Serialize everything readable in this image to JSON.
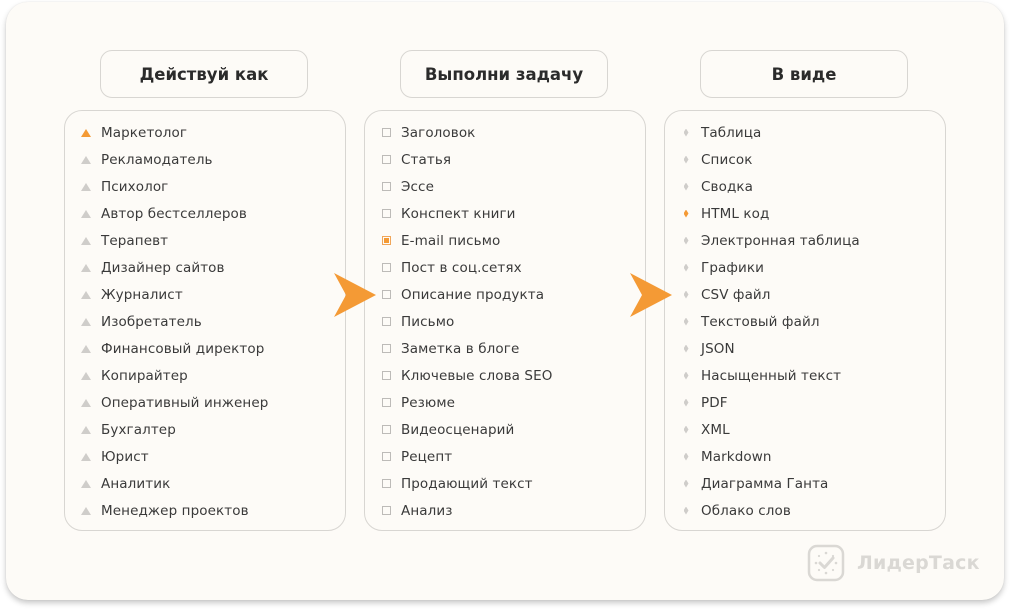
{
  "colors": {
    "accent": "#f49a35",
    "background": "#fdfbf7",
    "border": "#d8d6d2",
    "marker_inactive": "#cfcdca",
    "text": "#3a3a3a",
    "logo": "#dad8d4"
  },
  "columns": [
    {
      "header": "Действуй как",
      "marker": "triangle",
      "selected_index": 0,
      "items": [
        "Маркетолог",
        "Рекламодатель",
        "Психолог",
        "Автор бестселлеров",
        "Терапевт",
        "Дизайнер сайтов",
        "Журналист",
        "Изобретатель",
        "Финансовый директор",
        "Копирайтер",
        "Оперативный инженер",
        "Бухгалтер",
        "Юрист",
        "Аналитик",
        "Менеджер проектов"
      ]
    },
    {
      "header": "Выполни задачу",
      "marker": "square",
      "selected_index": 4,
      "items": [
        "Заголовок",
        "Статья",
        "Эссе",
        "Конспект книги",
        "E-mail письмо",
        "Пост в соц.сетях",
        "Описание продукта",
        "Письмо",
        "Заметка в блоге",
        "Ключевые слова SEO",
        "Резюме",
        "Видеосценарий",
        "Рецепт",
        "Продающий текст",
        "Анализ"
      ]
    },
    {
      "header": "В виде",
      "marker": "diamond",
      "selected_index": 3,
      "items": [
        "Таблица",
        "Список",
        "Сводка",
        "HTML код",
        "Электронная таблица",
        "Графики",
        "CSV файл",
        "Текстовый файл",
        "JSON",
        "Насыщенный текст",
        "PDF",
        "XML",
        "Markdown",
        "Диаграмма Ганта",
        "Облако слов"
      ]
    }
  ],
  "arrows": [
    "arrow-right-icon",
    "arrow-right-icon"
  ],
  "logo": {
    "icon": "clock-check-icon",
    "text": "ЛидерТаск"
  }
}
